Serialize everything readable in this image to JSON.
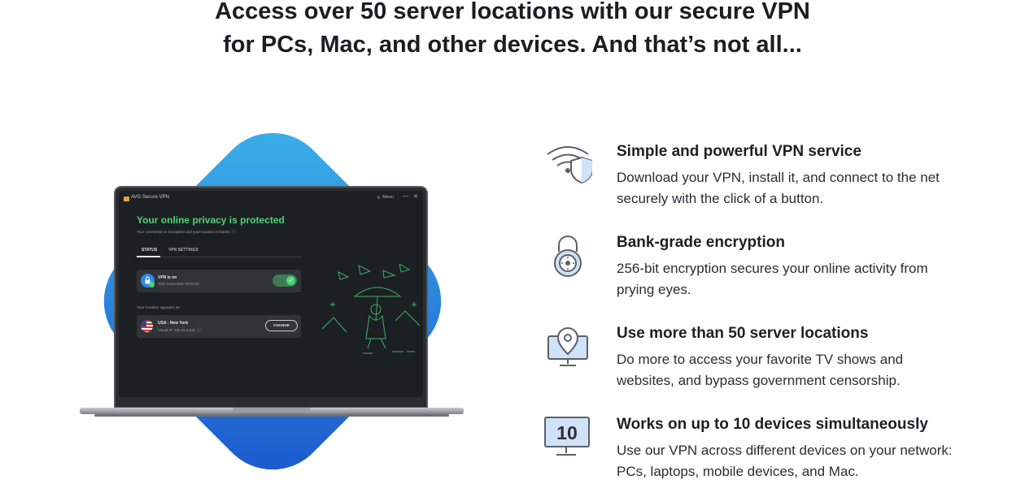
{
  "headline": {
    "line1": "Access over 50 server locations with our secure VPN",
    "line2": "for PCs, Mac, and other devices. And that’s not all..."
  },
  "app_window": {
    "title": "AVG Secure VPN",
    "menu_label": "Menu",
    "status_title": "Your online privacy is protected",
    "status_subtitle": "Your connection is encrypted and your location is hidden.",
    "tabs": [
      {
        "label": "STATUS",
        "active": true
      },
      {
        "label": "VPN SETTINGS",
        "active": false
      }
    ],
    "vpn_card": {
      "title": "VPN is on",
      "subtitle": "Time connected: 00:04:20",
      "toggle_on": true
    },
    "location_caption": "Your location appears as:",
    "location_card": {
      "title": "USA - New York",
      "subtitle": "Virtual IP: 169.32.3.235",
      "change_label": "CHANGE"
    },
    "accent_green": "#4fd27a",
    "background": "#1d2022"
  },
  "features": [
    {
      "icon": "wifi-shield-icon",
      "title": "Simple and powerful VPN service",
      "description": "Download your VPN, install it, and connect to the net securely with the click of a button."
    },
    {
      "icon": "padlock-icon",
      "title": "Bank-grade encryption",
      "description": "256-bit encryption secures your online activity from prying eyes."
    },
    {
      "icon": "location-monitor-icon",
      "title": "Use more than 50 server locations",
      "description": "Do more to access your favorite TV shows and websites, and bypass government censorship."
    },
    {
      "icon": "monitor-number-icon",
      "icon_text": "10",
      "title": "Works on up to 10 devices simultaneously",
      "description": "Use our VPN across different devices on your network: PCs, laptops, mobile devices, and Mac."
    }
  ],
  "colors": {
    "gradient_start": "#3aa7e6",
    "gradient_end": "#1f5fd0",
    "icon_blue": "#cfe2f7"
  }
}
